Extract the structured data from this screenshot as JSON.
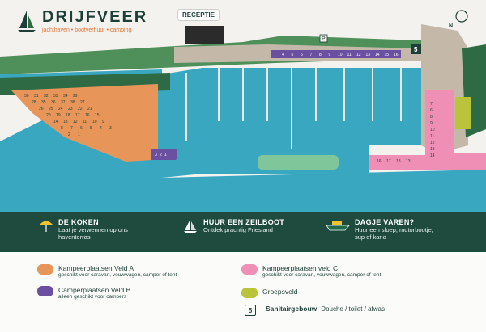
{
  "brand": {
    "name": "DRIJFVEER",
    "tagline": "jachthaven • bootverhuur • camping"
  },
  "map": {
    "reception_label": "RECEPTIE",
    "north_label": "N",
    "parking_label": "P",
    "sanitary_number": "5",
    "veld_a_numbers": [
      "30",
      "31",
      "32",
      "33",
      "34",
      "29",
      "28",
      "35",
      "36",
      "37",
      "38",
      "27",
      "26",
      "25",
      "24",
      "23",
      "22",
      "21",
      "20",
      "19",
      "18",
      "17",
      "16",
      "15",
      "14",
      "13",
      "12",
      "11",
      "10",
      "9",
      "8",
      "7",
      "6",
      "5",
      "4",
      "3",
      "2",
      "1"
    ],
    "veld_b_numbers": [
      "1",
      "2",
      "3"
    ],
    "top_row_numbers": [
      "4",
      "5",
      "6",
      "7",
      "8",
      "9",
      "10",
      "11",
      "12",
      "13",
      "14",
      "15",
      "16"
    ],
    "right_column_numbers": [
      "7",
      "6",
      "8",
      "9",
      "10",
      "11",
      "12",
      "13",
      "14"
    ],
    "bottom_pink_numbers": [
      "16",
      "17",
      "18",
      "13"
    ]
  },
  "info": {
    "koken": {
      "title": "DE KOKEN",
      "text": "Laat je verwennen op ons haventerras"
    },
    "zeilboot": {
      "title": "HUUR EEN ZEILBOOT",
      "text": "Ontdek prachtig Friesland"
    },
    "varen": {
      "title": "DAGJE VAREN?",
      "text": "Huur een sloep, motorbootje, sup of kano"
    }
  },
  "legend": {
    "veld_a": {
      "title": "Kampeerplaatsen Veld A",
      "subtitle": "geschikt voor caravan, vouwwagen, camper of tent"
    },
    "veld_b": {
      "title": "Camperplaatsen Veld B",
      "subtitle": "alleen geschikt voor campers"
    },
    "veld_c": {
      "title": "Kampeerplaatsen veld C",
      "subtitle": "geschikt voor caravan, vouwwagen, camper of tent"
    },
    "groepsveld": {
      "title": "Groepsveld"
    },
    "sanitair": {
      "number": "5",
      "title": "Sanitairgebouw",
      "subtitle": "Douche / toilet / afwas"
    }
  },
  "colors": {
    "water": "#3aa7c0",
    "veld_a": "#e8955a",
    "veld_b": "#6b4fa0",
    "veld_c": "#ef8fb5",
    "groepsveld": "#b9c43a",
    "forest": "#2e6b45",
    "dark_green": "#1f4b3f",
    "path": "#c4b9a8"
  }
}
